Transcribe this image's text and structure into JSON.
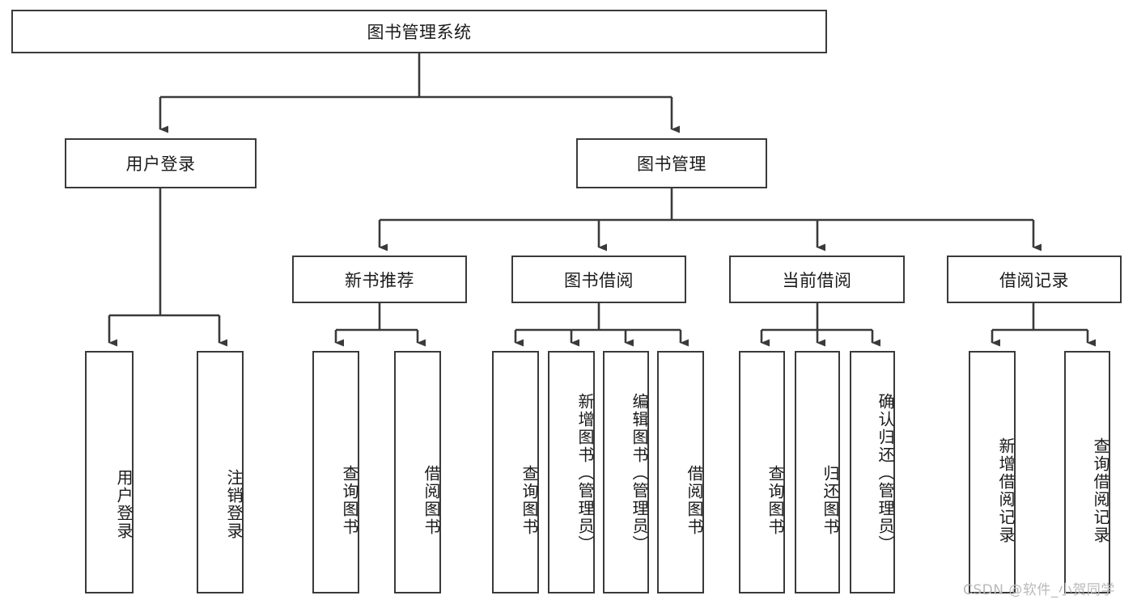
{
  "diagram": {
    "type": "hierarchy-tree",
    "title": "图书管理系统",
    "watermark": "CSDN @软件_小贺同学",
    "colors": {
      "border": "#3a3a3a",
      "background": "#ffffff",
      "text": "#1a1a1a",
      "watermark": "#b9b9b9"
    },
    "levels": {
      "root": {
        "label": "图书管理系统"
      },
      "level2": [
        {
          "label": "用户登录"
        },
        {
          "label": "图书管理"
        }
      ],
      "level3": [
        {
          "label": "新书推荐"
        },
        {
          "label": "图书借阅"
        },
        {
          "label": "当前借阅"
        },
        {
          "label": "借阅记录"
        }
      ]
    },
    "leaves": {
      "user_login": [
        {
          "label": "用户登录"
        },
        {
          "label": "注销登录"
        }
      ],
      "new_book_recommend": [
        {
          "label": "查询图书"
        },
        {
          "label": "借阅图书"
        }
      ],
      "book_borrow": [
        {
          "label": "查询图书"
        },
        {
          "label": "新增图书（管理员）"
        },
        {
          "label": "编辑图书（管理员）"
        },
        {
          "label": "借阅图书"
        }
      ],
      "current_borrow": [
        {
          "label": "查询图书"
        },
        {
          "label": "归还图书"
        },
        {
          "label": "确认归还（管理员）"
        }
      ],
      "borrow_record": [
        {
          "label": "新增借阅记录"
        },
        {
          "label": "查询借阅记录"
        }
      ]
    }
  }
}
